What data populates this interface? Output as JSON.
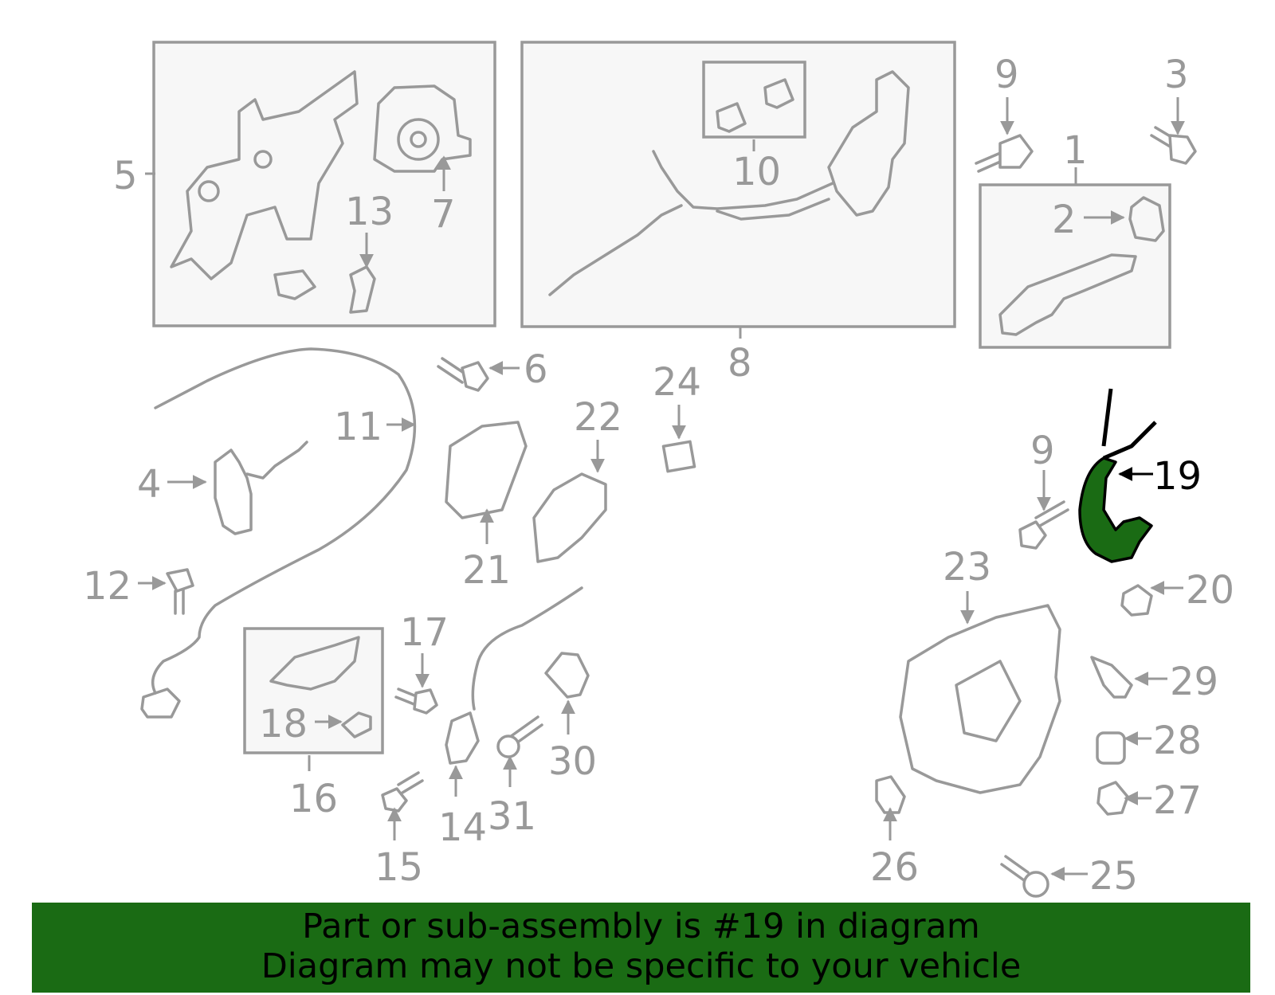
{
  "highlight_color": "#1a6b14",
  "part_color": "#999999",
  "callouts": [
    {
      "id": "c5",
      "text": "5"
    },
    {
      "id": "c7",
      "text": "7"
    },
    {
      "id": "c13",
      "text": "13"
    },
    {
      "id": "c10",
      "text": "10"
    },
    {
      "id": "c8",
      "text": "8"
    },
    {
      "id": "c9a",
      "text": "9"
    },
    {
      "id": "c3",
      "text": "3"
    },
    {
      "id": "c1",
      "text": "1"
    },
    {
      "id": "c2",
      "text": "2"
    },
    {
      "id": "c6",
      "text": "6"
    },
    {
      "id": "c24",
      "text": "24"
    },
    {
      "id": "c11",
      "text": "11"
    },
    {
      "id": "c22",
      "text": "22"
    },
    {
      "id": "c4",
      "text": "4"
    },
    {
      "id": "c21",
      "text": "21"
    },
    {
      "id": "c12",
      "text": "12"
    },
    {
      "id": "c9b",
      "text": "9"
    },
    {
      "id": "c19",
      "text": "19"
    },
    {
      "id": "c23",
      "text": "23"
    },
    {
      "id": "c20",
      "text": "20"
    },
    {
      "id": "c17",
      "text": "17"
    },
    {
      "id": "c18",
      "text": "18"
    },
    {
      "id": "c16",
      "text": "16"
    },
    {
      "id": "c30",
      "text": "30"
    },
    {
      "id": "c29",
      "text": "29"
    },
    {
      "id": "c28",
      "text": "28"
    },
    {
      "id": "c27",
      "text": "27"
    },
    {
      "id": "c14",
      "text": "14"
    },
    {
      "id": "c31",
      "text": "31"
    },
    {
      "id": "c15",
      "text": "15"
    },
    {
      "id": "c26",
      "text": "26"
    },
    {
      "id": "c25",
      "text": "25"
    }
  ],
  "banner": {
    "line1": "Part or sub-assembly is #19 in diagram",
    "line2": "Diagram may not be specific to your vehicle"
  }
}
